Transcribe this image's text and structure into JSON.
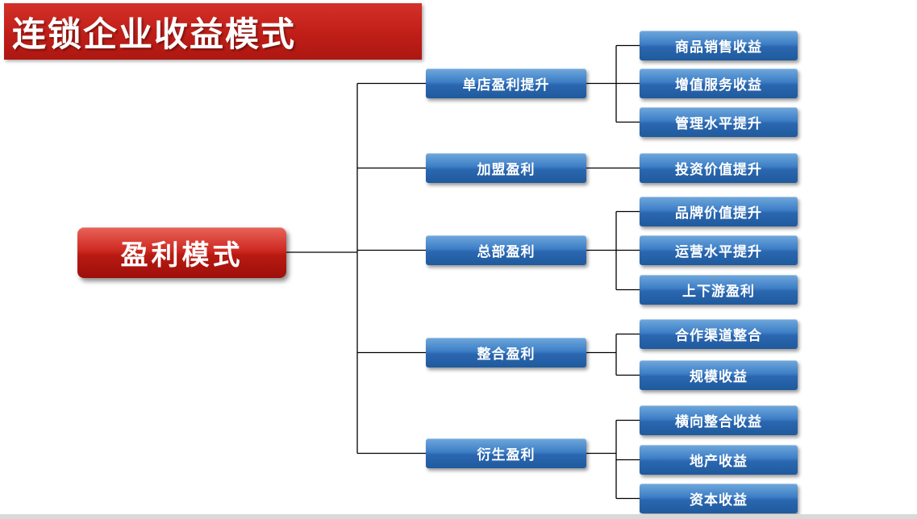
{
  "title": "连锁企业收益模式",
  "root": {
    "label": "盈利模式"
  },
  "branches": [
    {
      "label": "单店盈利提升",
      "children": [
        "商品销售收益",
        "增值服务收益",
        "管理水平提升"
      ]
    },
    {
      "label": "加盟盈利",
      "children": [
        "投资价值提升"
      ]
    },
    {
      "label": "总部盈利",
      "children": [
        "品牌价值提升",
        "运营水平提升",
        "上下游盈利"
      ]
    },
    {
      "label": "整合盈利",
      "children": [
        "合作渠道整合",
        "规模收益"
      ]
    },
    {
      "label": "衍生盈利",
      "children": [
        "横向整合收益",
        "地产收益",
        "资本收益"
      ]
    }
  ],
  "colors": {
    "accent_red": "#c00000",
    "node_blue": "#2e75b6",
    "line_black": "#000000"
  }
}
